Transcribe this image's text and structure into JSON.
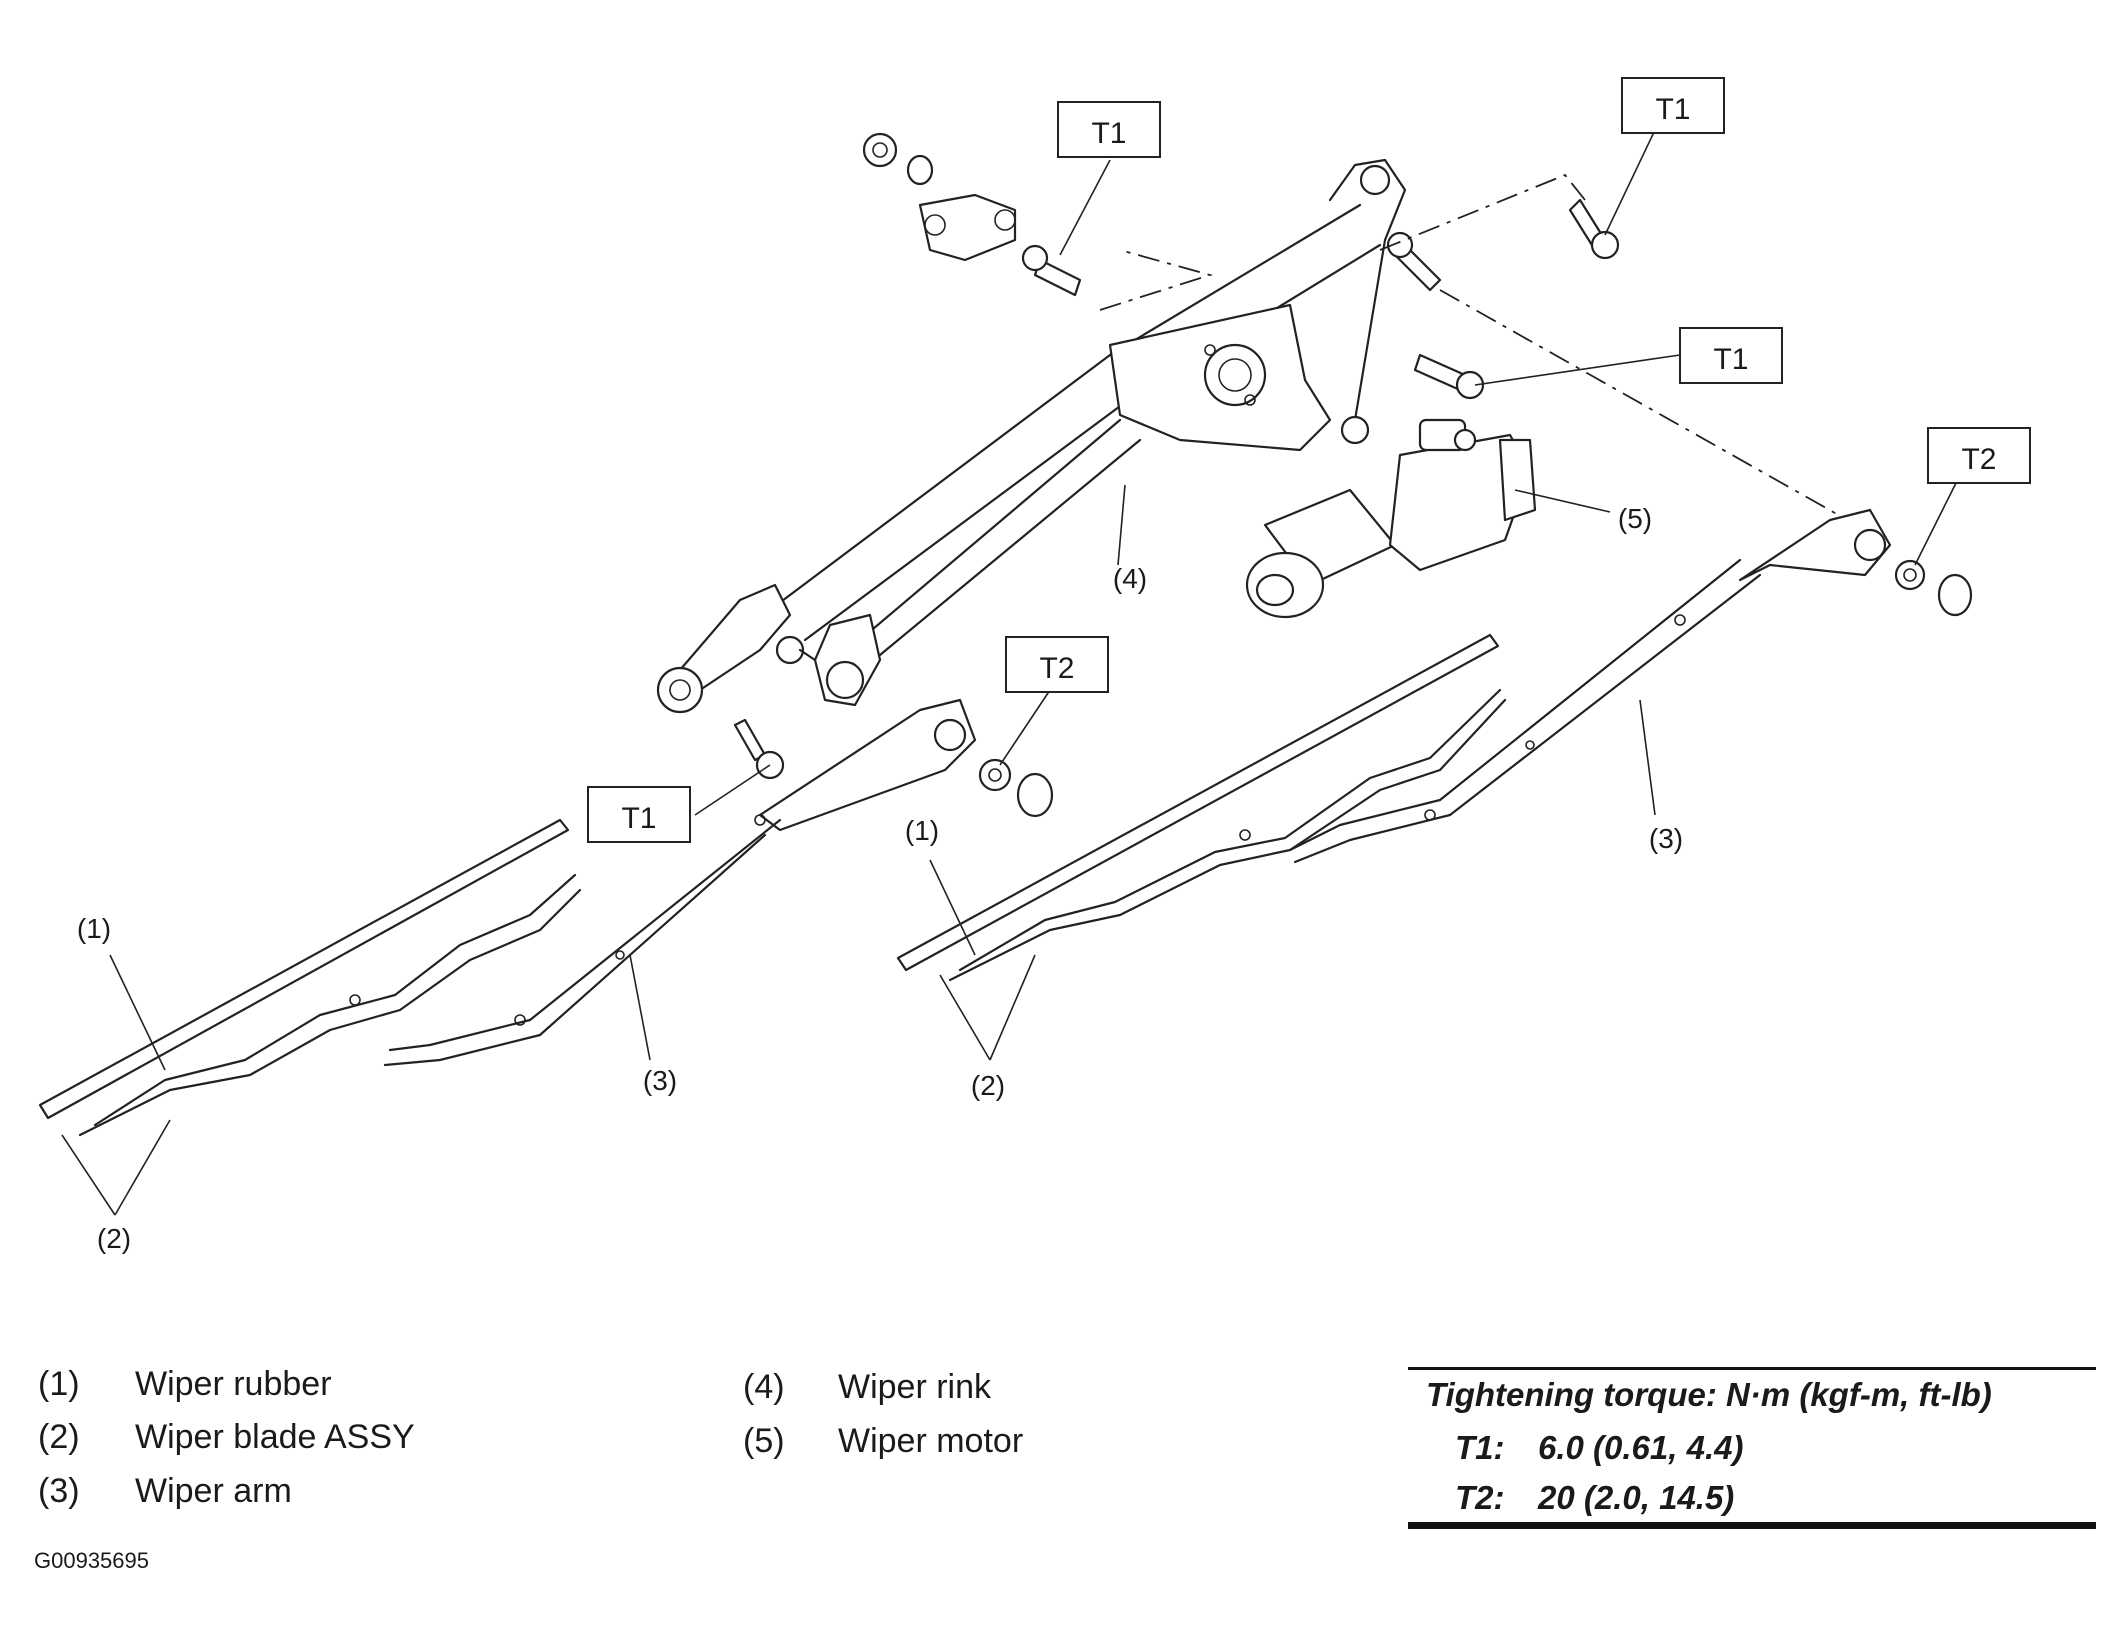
{
  "diagram": {
    "callouts": {
      "wiper_rubber": "(1)",
      "wiper_blade_assy": "(2)",
      "wiper_arm": "(3)",
      "wiper_rink": "(4)",
      "wiper_motor": "(5)"
    },
    "torque_tags": {
      "t1": "T1",
      "t2": "T2"
    }
  },
  "legend": {
    "left": [
      {
        "num": "(1)",
        "text": "Wiper rubber"
      },
      {
        "num": "(2)",
        "text": "Wiper blade ASSY"
      },
      {
        "num": "(3)",
        "text": "Wiper arm"
      }
    ],
    "right": [
      {
        "num": "(4)",
        "text": "Wiper rink"
      },
      {
        "num": "(5)",
        "text": "Wiper motor"
      }
    ]
  },
  "torque_table": {
    "title": "Tightening torque: N·m (kgf-m, ft-lb)",
    "rows": [
      {
        "label": "T1:",
        "value": "6.0 (0.61, 4.4)"
      },
      {
        "label": "T2:",
        "value": "20 (2.0, 14.5)"
      }
    ]
  },
  "figure_id": "G00935695"
}
